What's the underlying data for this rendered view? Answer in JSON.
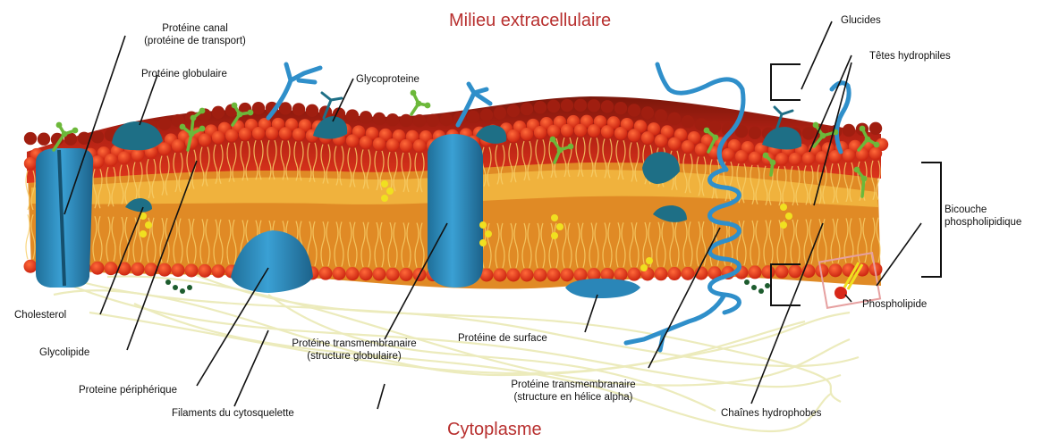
{
  "regions": {
    "extracellular": "Milieu extracellulaire",
    "cytoplasm": "Cytoplasme"
  },
  "labels": {
    "canal_line1": "Protéine canal",
    "canal_line2": "(protéine de transport)",
    "globulaire": "Protéine globulaire",
    "glycoproteine": "Glycoproteine",
    "glucides": "Glucides",
    "tetes": "Têtes hydrophiles",
    "bicouche_line1": "Bicouche",
    "bicouche_line2": "phospholipidique",
    "cholesterol": "Cholesterol",
    "glycolipide": "Glycolipide",
    "peripherique": "Proteine périphérique",
    "filaments": "Filaments du cytosquelette",
    "transglob_line1": "Protéine transmembranaire",
    "transglob_line2": "(structure globulaire)",
    "surface": "Protéine de surface",
    "helice_line1": "Protéine transmembranaire",
    "helice_line2": "(structure en hélice alpha)",
    "chaines": "Chaînes hydrophobes",
    "phospholipide": "Phospholipide"
  },
  "colors": {
    "head_red": "#d8281a",
    "head_dark": "#8a1a0e",
    "tail_orange": "#e89a2a",
    "protein_blue": "#2a86b8",
    "protein_dark": "#1e6f86",
    "sugar_green": "#5aa83a",
    "cholesterol_yellow": "#f0e020",
    "region_text": "#b8302f",
    "filament": "#ecebbc"
  }
}
